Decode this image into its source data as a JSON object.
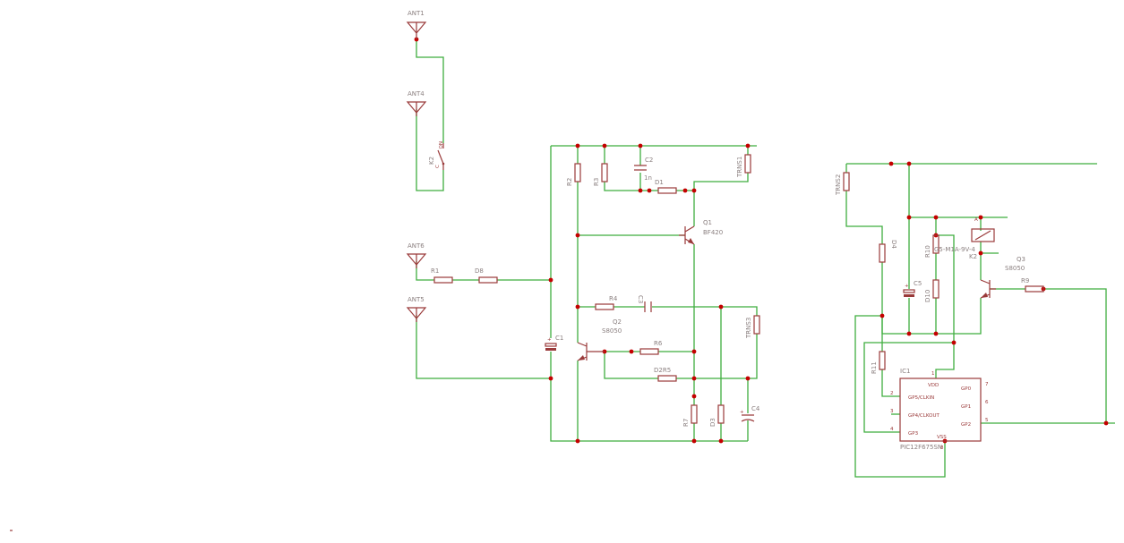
{
  "schematic": {
    "antennas": [
      "ANT1",
      "ANT4",
      "ANT6",
      "ANT5"
    ],
    "relay_contacts": {
      "name": "K2",
      "no": "NO",
      "c": "C"
    },
    "resistors": {
      "R1": "R1",
      "R2": "R2",
      "R3": "R3",
      "R4": "R4",
      "R6": "R6",
      "R7": "R7",
      "R9": "R9",
      "R10": "R10",
      "R11": "R11"
    },
    "diodes": {
      "D1": "D1",
      "D3": "D3",
      "D4": "D4",
      "D8": "D8",
      "D10": "D10",
      "D2R5": "D2R5"
    },
    "capacitors": {
      "C1": "C1",
      "C2": "C2",
      "C2_value": "1n",
      "C3": "C3",
      "C4": "C4",
      "C5": "C5"
    },
    "transformers": {
      "TRNS1": "TRNS1",
      "TRNS2": "TRNS2",
      "TRNS3": "TRNS3"
    },
    "transistors": {
      "Q1": "Q1",
      "Q1_value": "BF420",
      "Q2": "Q2",
      "Q2_value": "S8050",
      "Q3": "Q3",
      "Q3_value": "S8050"
    },
    "relay_coil": {
      "name": "K2",
      "value": "G5-M1A-9V-4"
    },
    "ic": {
      "name": "IC1",
      "part": "PIC12F675SN",
      "pins_left": [
        {
          "num": "2",
          "label": "GP5/CLKIN"
        },
        {
          "num": "3",
          "label": "GP4/CLKOUT"
        },
        {
          "num": "4",
          "label": "GP3"
        }
      ],
      "pins_right": [
        {
          "num": "7",
          "label": "GP0"
        },
        {
          "num": "6",
          "label": "GP1"
        },
        {
          "num": "5",
          "label": "GP2"
        }
      ],
      "vdd": {
        "num": "1",
        "label": "VDD"
      },
      "vss": {
        "num": "8",
        "label": "VSS"
      }
    }
  }
}
